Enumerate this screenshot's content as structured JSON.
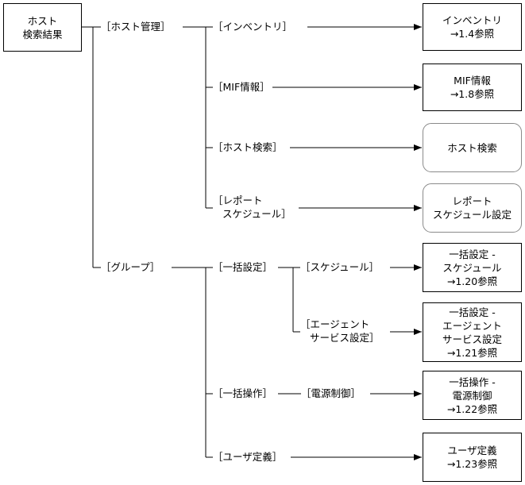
{
  "root": {
    "line1": "ホスト",
    "line2": "検索結果"
  },
  "branches": {
    "host_mgmt": "［ホスト管理］",
    "group": "［グループ］"
  },
  "items": {
    "inventory": "［インベントリ］",
    "mif": "［MIF情報］",
    "host_search": "［ホスト検索］",
    "report_1": "［レポート",
    "report_2": "スケジュール］",
    "bulk_setting": "［一括設定］",
    "schedule": "［スケジュール］",
    "agent_1": "［エージェント",
    "agent_2": "サービス設定］",
    "bulk_op": "［一括操作］",
    "power": "［電源制御］",
    "user_def": "［ユーザ定義］"
  },
  "targets": {
    "inventory": {
      "line1": "インベントリ",
      "line2": "→1.4参照"
    },
    "mif": {
      "line1": "MIF情報",
      "line2": "→1.8参照"
    },
    "host_search": {
      "line1": "ホスト検索"
    },
    "report": {
      "line1": "レポート",
      "line2": "スケジュール設定"
    },
    "schedule": {
      "line1": "一括設定 -",
      "line2": "スケジュール",
      "line3": "→1.20参照"
    },
    "agent": {
      "line1": "一括設定 -",
      "line2": "エージェント",
      "line3": "サービス設定",
      "line4": "→1.21参照"
    },
    "power": {
      "line1": "一括操作 -",
      "line2": "電源制御",
      "line3": "→1.22参照"
    },
    "user_def": {
      "line1": "ユーザ定義",
      "line2": "→1.23参照"
    }
  },
  "colors": {
    "line": "#000000",
    "rounded_border": "#8a8a8a"
  }
}
